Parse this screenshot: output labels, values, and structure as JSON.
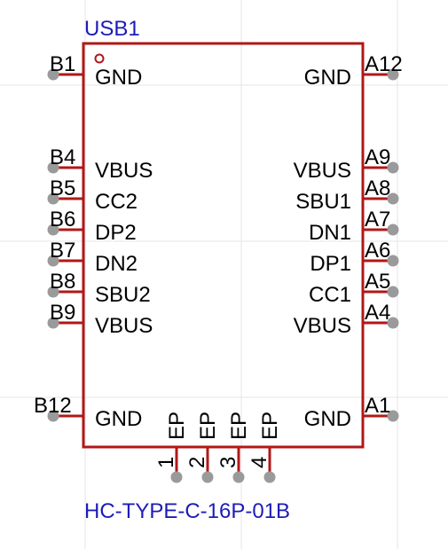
{
  "component": {
    "designator": "USB1",
    "part_name": "HC-TYPE-C-16P-01B",
    "colors": {
      "body": "#b01818",
      "pin": "#b01818",
      "pin_end": "#9a9a9a",
      "label_text": "#000000",
      "ref_text": "#1c1cb8",
      "grid": "#e6e6e6"
    }
  },
  "left_pins": [
    {
      "number": "B1",
      "name": "GND"
    },
    {
      "number": "B4",
      "name": "VBUS"
    },
    {
      "number": "B5",
      "name": "CC2"
    },
    {
      "number": "B6",
      "name": "DP2"
    },
    {
      "number": "B7",
      "name": "DN2"
    },
    {
      "number": "B8",
      "name": "SBU2"
    },
    {
      "number": "B9",
      "name": "VBUS"
    },
    {
      "number": "B12",
      "name": "GND"
    }
  ],
  "right_pins": [
    {
      "number": "A12",
      "name": "GND"
    },
    {
      "number": "A9",
      "name": "VBUS"
    },
    {
      "number": "A8",
      "name": "SBU1"
    },
    {
      "number": "A7",
      "name": "DN1"
    },
    {
      "number": "A6",
      "name": "DP1"
    },
    {
      "number": "A5",
      "name": "CC1"
    },
    {
      "number": "A4",
      "name": "VBUS"
    },
    {
      "number": "A1",
      "name": "GND"
    }
  ],
  "bottom_pins": [
    {
      "number": "1",
      "name": "EP"
    },
    {
      "number": "2",
      "name": "EP"
    },
    {
      "number": "3",
      "name": "EP"
    },
    {
      "number": "4",
      "name": "EP"
    }
  ]
}
